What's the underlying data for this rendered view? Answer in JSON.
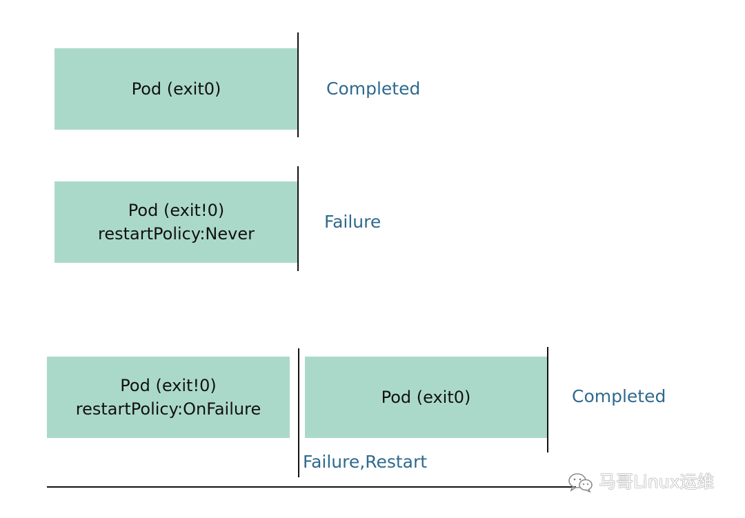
{
  "diagram": {
    "row1": {
      "pod_lines": [
        "Pod (exit0)"
      ],
      "status": "Completed"
    },
    "row2": {
      "pod_lines": [
        "Pod (exit!0)",
        "restartPolicy:Never"
      ],
      "status": "Failure"
    },
    "row3": {
      "pod_lines": [
        "Pod (exit!0)",
        "restartPolicy:OnFailure"
      ],
      "restart_label": "Failure,Restart",
      "second_pod_lines": [
        "Pod (exit0)"
      ],
      "status": "Completed"
    }
  },
  "watermark": {
    "icon": "wechat-icon",
    "text": "马哥Linux运维"
  },
  "colors": {
    "pod_fill": "#abd9c9",
    "status_text": "#2e6a8e",
    "line": "#111111"
  }
}
